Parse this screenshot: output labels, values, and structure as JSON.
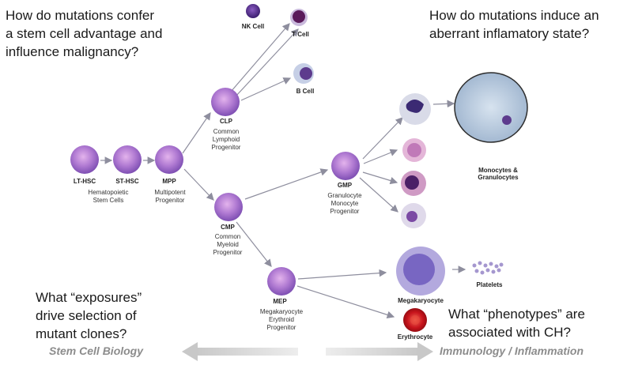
{
  "questions": {
    "top_left": "How do mutations confer\na stem cell advantage and\ninfluence malignancy?",
    "top_right": "How do mutations induce an\naberrant inflamatory state?",
    "bottom_left": "What “exposures”\ndrive selection of\nmutant clones?",
    "bottom_right": "What “phenotypes” are\nassociated with CH?"
  },
  "cells": {
    "lt_hsc": "LT-HSC",
    "st_hsc": "ST-HSC",
    "mpp": "MPP",
    "clp": "CLP",
    "cmp": "CMP",
    "gmp": "GMP",
    "mep": "MEP",
    "nk": "NK Cell",
    "t": "T Cell",
    "b": "B Cell",
    "mono_gran": "Monocytes &\nGranulocytes",
    "platelets": "Platelets",
    "megakaryocyte": "Megakaryocyte",
    "erythrocyte": "Erythrocyte"
  },
  "descriptions": {
    "hsc": "Hematopoietic\nStem Cells",
    "mpp": "Multipotent\nProgenitor",
    "clp": "Common\nLymphoid\nProgenitor",
    "cmp": "Common\nMyeloid\nProgenitor",
    "gmp": "Granulocyte\nMonocyte\nProgenitor",
    "mep": "Megakaryocyte\nErythroid\nProgenitor"
  },
  "footer": {
    "left": "Stem Cell Biology",
    "right": "Immunology / Inflammation"
  }
}
